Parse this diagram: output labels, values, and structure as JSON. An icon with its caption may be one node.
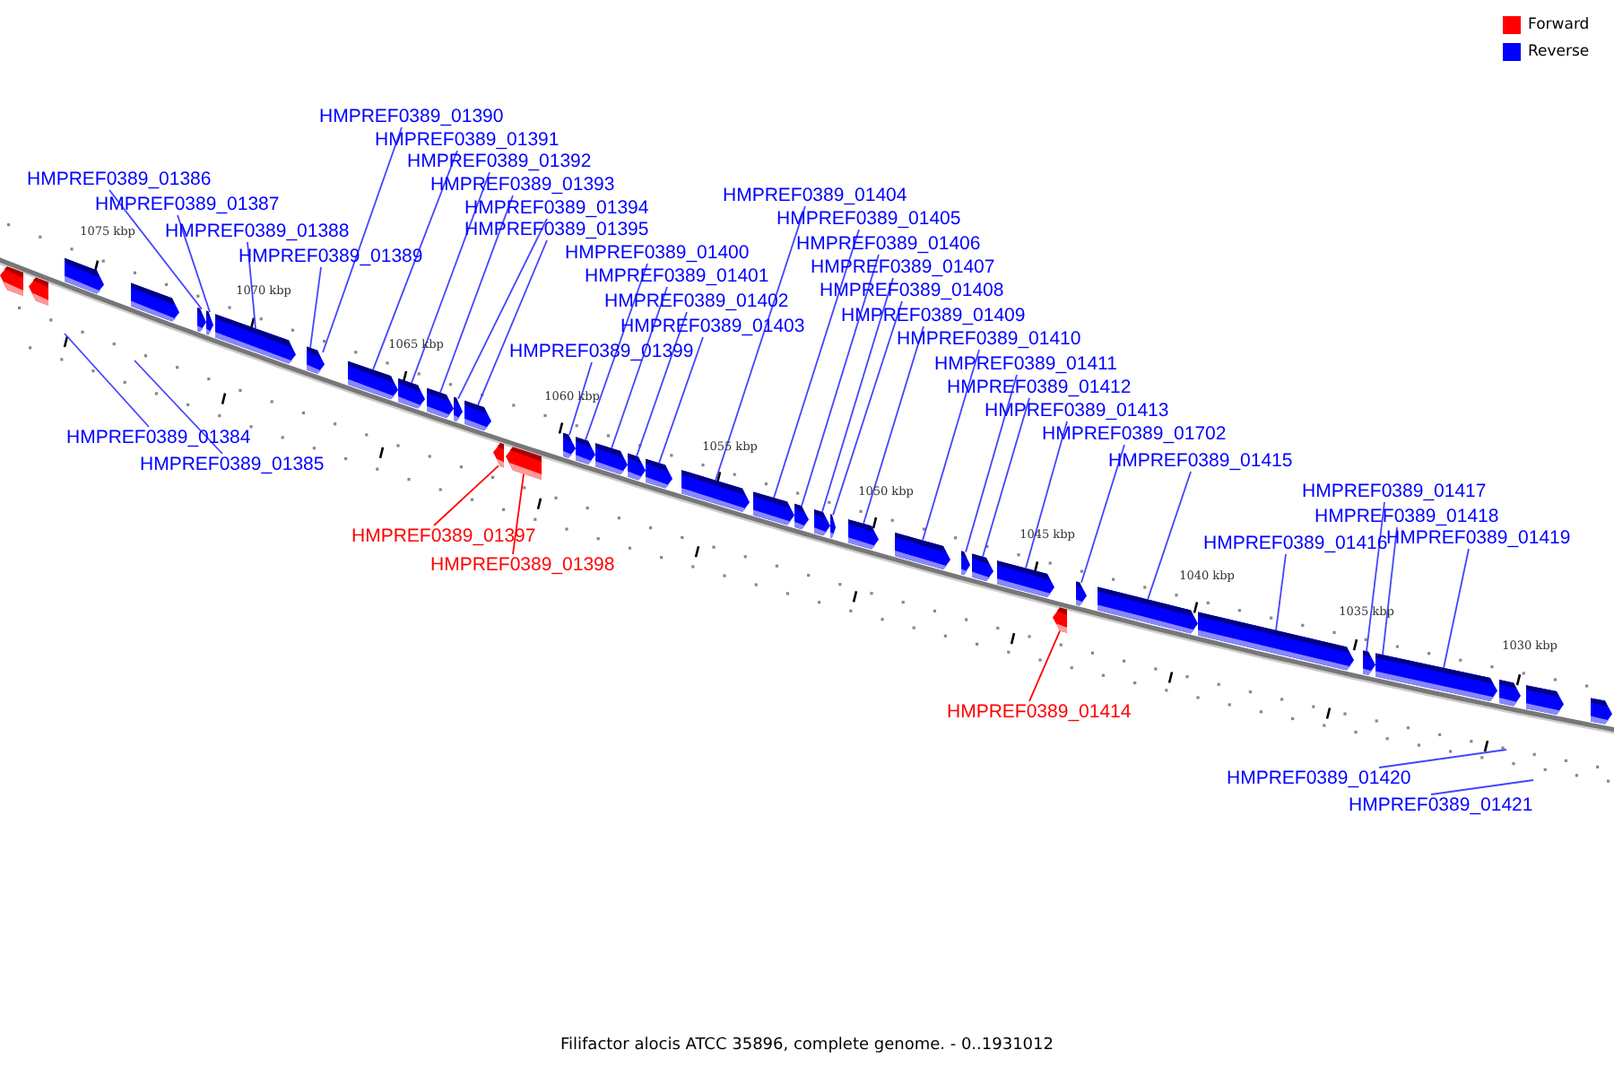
{
  "diagram": {
    "caption": "Filifactor alocis ATCC 35896, complete genome. - 0..1931012",
    "nodes": [
      {
        "text": [
          "HMPREF0389_01390"
        ]
      },
      {
        "text": [
          "HMPREF0389_01391"
        ]
      },
      {
        "text": [
          "HMPREF0389_01392"
        ]
      },
      {
        "text": [
          "HMPREF0389_01386"
        ]
      },
      {
        "text": [
          "HMPREF0389_01393"
        ]
      },
      {
        "text": [
          "HMPREF0389_01404"
        ]
      },
      {
        "text": [
          "HMPREF0389_01387"
        ]
      },
      {
        "text": [
          "HMPREF0389_01394"
        ]
      },
      {
        "text": [
          "HMPREF0389_01405"
        ]
      },
      {
        "text": [
          "HMPREF0389_01395"
        ]
      },
      {
        "text": [
          "HMPREF0389_01388"
        ]
      },
      {
        "text": [
          "HMPREF0389_01406"
        ]
      },
      {
        "text": [
          "HMPREF0389_01400"
        ]
      },
      {
        "text": [
          "HMPREF0389_01389"
        ]
      },
      {
        "text": [
          "HMPREF0389_01407"
        ]
      },
      {
        "text": [
          "HMPREF0389_01401"
        ]
      },
      {
        "text": [
          "HMPREF0389_01408"
        ]
      },
      {
        "text": [
          "HMPREF0389_01402"
        ]
      },
      {
        "text": [
          "HMPREF0389_01409"
        ]
      },
      {
        "text": [
          "HMPREF0389_01403"
        ]
      },
      {
        "text": [
          "HMPREF0389_01410"
        ]
      },
      {
        "text": [
          "HMPREF0389_01399"
        ]
      },
      {
        "text": [
          "HMPREF0389_01411"
        ]
      },
      {
        "text": [
          "HMPREF0389_01412"
        ]
      },
      {
        "text": [
          "HMPREF0389_01413"
        ]
      },
      {
        "text": [
          "HMPREF0389_01702"
        ]
      },
      {
        "text": [
          "HMPREF0389_01384"
        ]
      },
      {
        "text": [
          "HMPREF0389_01415"
        ]
      },
      {
        "text": [
          "HMPREF0389_01385"
        ]
      },
      {
        "text": [
          "HMPREF0389_01417"
        ]
      },
      {
        "text": [
          "HMPREF0389_01418"
        ]
      },
      {
        "text": [
          "HMPREF0389_01397"
        ]
      },
      {
        "text": [
          "HMPREF0389_01419"
        ]
      },
      {
        "text": [
          "HMPREF0389_01416"
        ]
      },
      {
        "text": [
          "HMPREF0389_01398"
        ]
      },
      {
        "text": [
          "HMPREF0389_01414"
        ]
      },
      {
        "text": [
          "HMPREF0389_01420"
        ]
      },
      {
        "text": [
          "HMPREF0389_01421"
        ]
      },
      {
        "text": [],
        "shape": "arrow"
      },
      {
        "text": [],
        "shape": "arrow"
      },
      {
        "text": [],
        "shape": "arrow"
      },
      {
        "text": [],
        "shape": "arrow"
      },
      {
        "text": [],
        "shape": "arrow"
      },
      {
        "text": [],
        "shape": "arrow"
      },
      {
        "text": [],
        "shape": "arrow"
      },
      {
        "text": [],
        "shape": "arrow"
      },
      {
        "text": [],
        "shape": "arrow"
      },
      {
        "text": [],
        "shape": "arrow"
      },
      {
        "text": [],
        "shape": "arrow"
      },
      {
        "text": [],
        "shape": "arrow"
      },
      {
        "text": [],
        "shape": "arrow"
      },
      {
        "text": [],
        "shape": "arrow"
      },
      {
        "text": [],
        "shape": "arrow"
      },
      {
        "text": [],
        "shape": "arrow"
      },
      {
        "text": [],
        "shape": "arrow"
      },
      {
        "text": [],
        "shape": "arrow"
      },
      {
        "text": [],
        "shape": "arrow"
      },
      {
        "text": [],
        "shape": "arrow"
      },
      {
        "text": [],
        "shape": "arrow"
      },
      {
        "text": [],
        "shape": "arrow"
      },
      {
        "text": [],
        "shape": "arrow"
      },
      {
        "text": [],
        "shape": "arrow"
      },
      {
        "text": [],
        "shape": "arrow"
      },
      {
        "text": [],
        "shape": "arrow"
      },
      {
        "text": [],
        "shape": "arrow"
      },
      {
        "text": [],
        "shape": "arrow"
      },
      {
        "text": [],
        "shape": "arrow"
      },
      {
        "text": [],
        "shape": "arrow"
      },
      {
        "text": [],
        "shape": "arrow"
      },
      {
        "text": [],
        "shape": "arrow"
      },
      {
        "text": [],
        "shape": "arrow"
      },
      {
        "text": [],
        "shape": "arrow"
      },
      {
        "text": [],
        "shape": "arrow"
      },
      {
        "text": [],
        "shape": "arrow"
      },
      {
        "text": [],
        "shape": "arrow"
      },
      {
        "text": [],
        "shape": "arrow"
      },
      {
        "text": [],
        "shape": "arrow"
      }
    ],
    "edges": [
      {
        "from": 0,
        "to": 45,
        "arrow": "none"
      },
      {
        "from": 1,
        "to": 46,
        "arrow": "none"
      },
      {
        "from": 2,
        "to": 47,
        "arrow": "none"
      },
      {
        "from": 3,
        "to": 42,
        "arrow": "none"
      },
      {
        "from": 4,
        "to": 48,
        "arrow": "none"
      },
      {
        "from": 5,
        "to": 58,
        "arrow": "none"
      },
      {
        "from": 6,
        "to": 43,
        "arrow": "none"
      },
      {
        "from": 7,
        "to": 49,
        "arrow": "none"
      },
      {
        "from": 8,
        "to": 59,
        "arrow": "none"
      },
      {
        "from": 9,
        "to": 50,
        "arrow": "none"
      },
      {
        "from": 10,
        "to": 44,
        "arrow": "none"
      },
      {
        "from": 11,
        "to": 60,
        "arrow": "none"
      },
      {
        "from": 12,
        "to": 54,
        "arrow": "none"
      },
      {
        "from": 13,
        "to": 45,
        "arrow": "none"
      },
      {
        "from": 14,
        "to": 61,
        "arrow": "none"
      },
      {
        "from": 15,
        "to": 55,
        "arrow": "none"
      },
      {
        "from": 16,
        "to": 62,
        "arrow": "none"
      },
      {
        "from": 17,
        "to": 56,
        "arrow": "none"
      },
      {
        "from": 18,
        "to": 63,
        "arrow": "none"
      },
      {
        "from": 19,
        "to": 57,
        "arrow": "none"
      },
      {
        "from": 20,
        "to": 64,
        "arrow": "none"
      },
      {
        "from": 21,
        "to": 53,
        "arrow": "none"
      },
      {
        "from": 22,
        "to": 65,
        "arrow": "none"
      },
      {
        "from": 23,
        "to": 66,
        "arrow": "none"
      },
      {
        "from": 24,
        "to": 67,
        "arrow": "none"
      },
      {
        "from": 25,
        "to": 69,
        "arrow": "none"
      },
      {
        "from": 26,
        "to": null,
        "arrow": "none"
      },
      {
        "from": 27,
        "to": 70,
        "arrow": "none"
      },
      {
        "from": 28,
        "to": null,
        "arrow": "none"
      },
      {
        "from": 29,
        "to": 72,
        "arrow": "none"
      },
      {
        "from": 30,
        "to": 73,
        "arrow": "none"
      },
      {
        "from": 31,
        "to": 51,
        "arrow": "none",
        "color": "#ff0000"
      },
      {
        "from": 32,
        "to": 73,
        "arrow": "none"
      },
      {
        "from": 33,
        "to": 71,
        "arrow": "none"
      },
      {
        "from": 34,
        "to": 52,
        "arrow": "none",
        "color": "#ff0000"
      },
      {
        "from": 35,
        "to": 68,
        "arrow": "none",
        "color": "#ff0000"
      },
      {
        "from": 36,
        "to": null,
        "arrow": "none"
      },
      {
        "from": 37,
        "to": null,
        "arrow": "none"
      }
    ],
    "labels": [
      "1075 kbp",
      "1070 kbp",
      "1065 kbp",
      "1060 kbp",
      "1055 kbp",
      "1050 kbp",
      "1045 kbp",
      "1040 kbp",
      "1035 kbp",
      "1030 kbp"
    ],
    "legend": [
      {
        "text": "Forward",
        "color": "#ff0000"
      },
      {
        "text": "Reverse",
        "color": "#0000ff"
      }
    ]
  }
}
